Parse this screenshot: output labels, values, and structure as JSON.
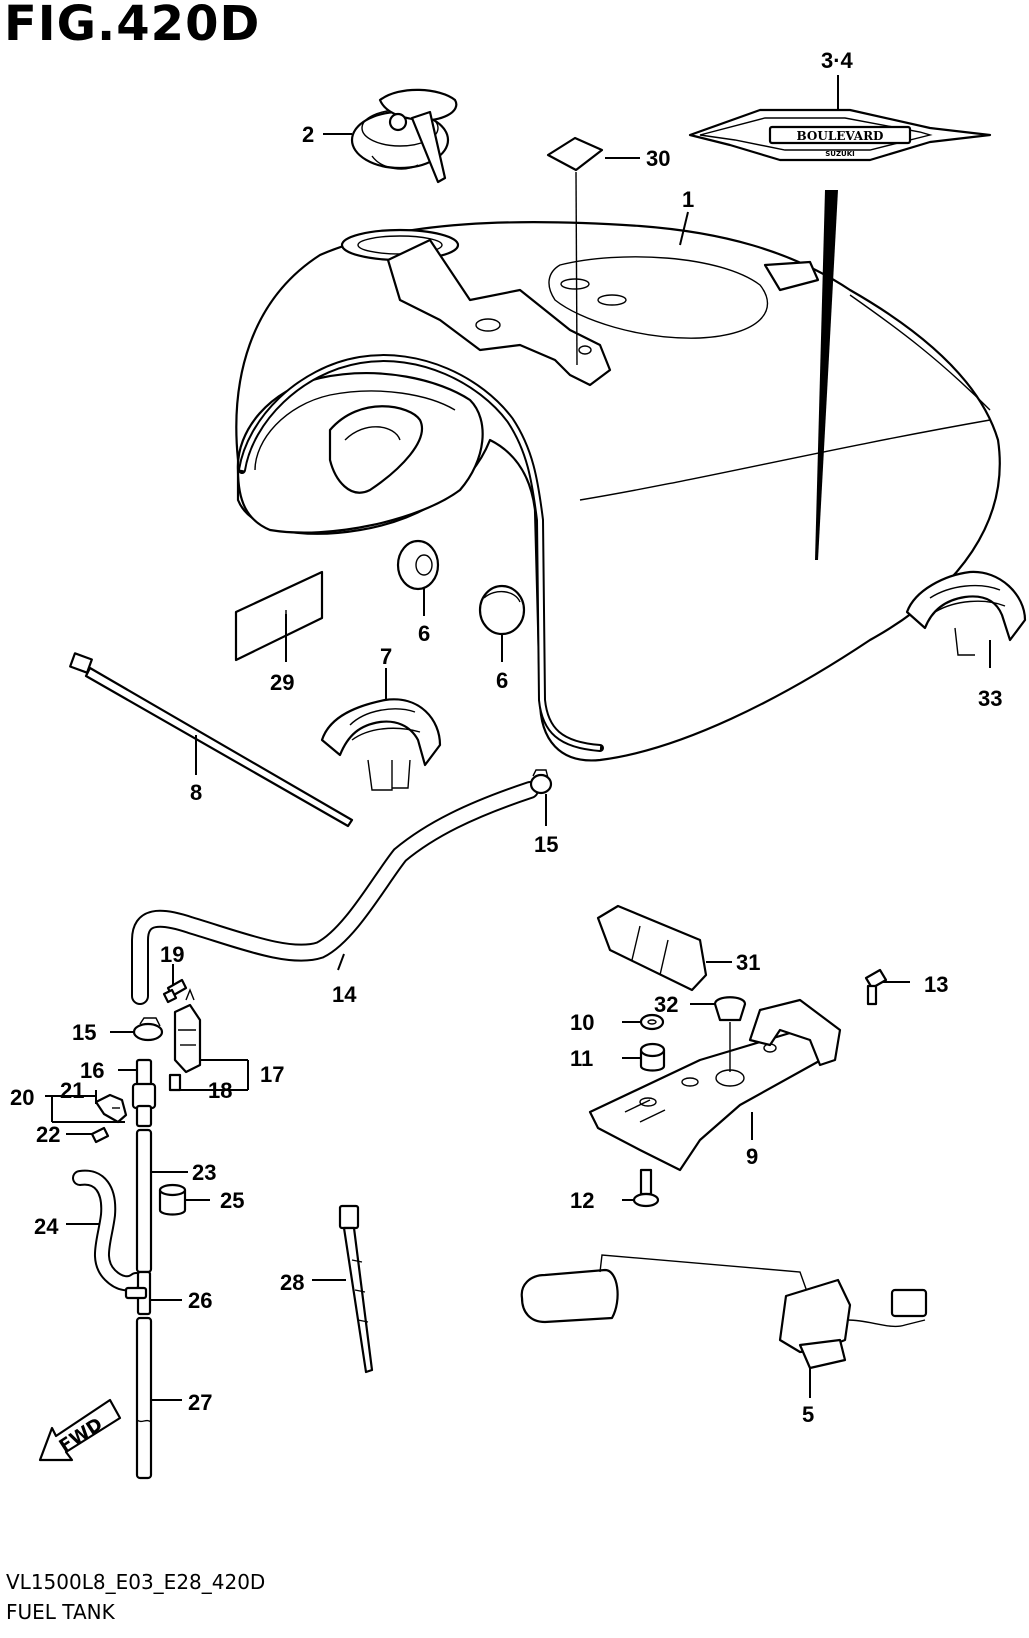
{
  "figure": {
    "title": "FIG.420D",
    "model_code": "VL1500L8_E03_E28_420D",
    "section_name": "FUEL TANK",
    "fwd_label": "FWD",
    "decal_text": "BOULEVARD",
    "decal_subtext": "SUZUKI"
  },
  "callouts": [
    {
      "id": "c1",
      "label": "1"
    },
    {
      "id": "c2",
      "label": "2"
    },
    {
      "id": "c34",
      "label": "3·4"
    },
    {
      "id": "c30",
      "label": "30"
    },
    {
      "id": "c6a",
      "label": "6"
    },
    {
      "id": "c6b",
      "label": "6"
    },
    {
      "id": "c7",
      "label": "7"
    },
    {
      "id": "c29",
      "label": "29"
    },
    {
      "id": "c33",
      "label": "33"
    },
    {
      "id": "c8",
      "label": "8"
    },
    {
      "id": "c15a",
      "label": "15"
    },
    {
      "id": "c14",
      "label": "14"
    },
    {
      "id": "c19",
      "label": "19"
    },
    {
      "id": "c15b",
      "label": "15"
    },
    {
      "id": "c16",
      "label": "16"
    },
    {
      "id": "c17",
      "label": "17"
    },
    {
      "id": "c18",
      "label": "18"
    },
    {
      "id": "c20",
      "label": "20"
    },
    {
      "id": "c21",
      "label": "21"
    },
    {
      "id": "c22",
      "label": "22"
    },
    {
      "id": "c23",
      "label": "23"
    },
    {
      "id": "c25",
      "label": "25"
    },
    {
      "id": "c24",
      "label": "24"
    },
    {
      "id": "c26",
      "label": "26"
    },
    {
      "id": "c27",
      "label": "27"
    },
    {
      "id": "c28",
      "label": "28"
    },
    {
      "id": "c31",
      "label": "31"
    },
    {
      "id": "c13",
      "label": "13"
    },
    {
      "id": "c10",
      "label": "10"
    },
    {
      "id": "c32",
      "label": "32"
    },
    {
      "id": "c11",
      "label": "11"
    },
    {
      "id": "c9",
      "label": "9"
    },
    {
      "id": "c12",
      "label": "12"
    },
    {
      "id": "c5",
      "label": "5"
    }
  ]
}
